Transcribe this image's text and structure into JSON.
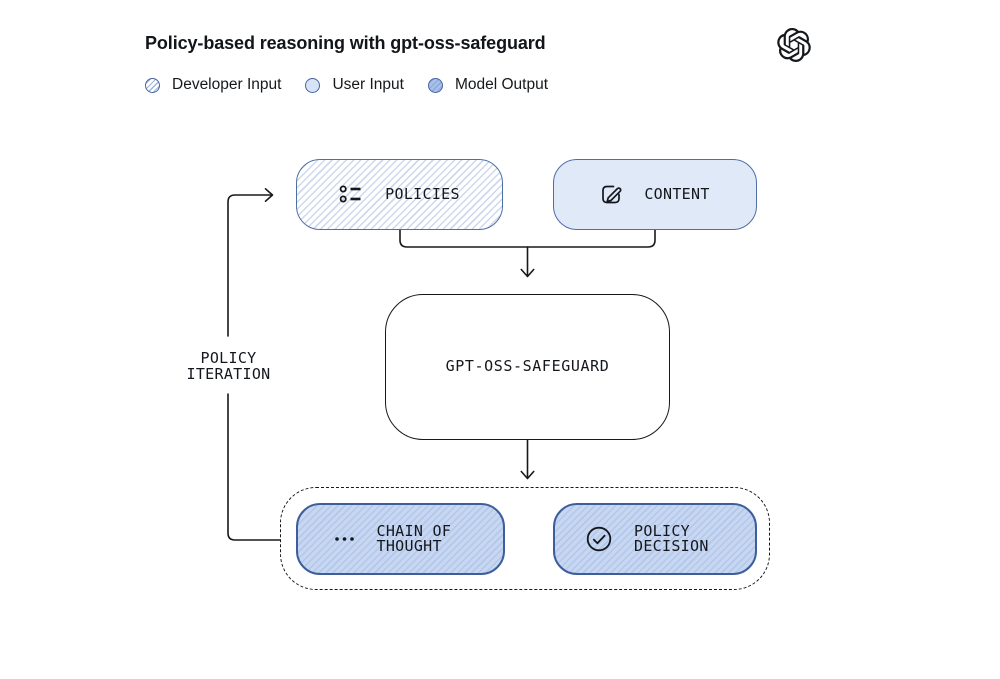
{
  "header": {
    "title": "Policy-based reasoning with gpt-oss-safeguard",
    "logo": "openai-logo"
  },
  "legend": {
    "items": [
      {
        "label": "Developer Input",
        "swatch_style": "hatched-light-blue"
      },
      {
        "label": "User Input",
        "swatch_style": "solid-light-blue"
      },
      {
        "label": "Model Output",
        "swatch_style": "hatched-medium-blue"
      }
    ]
  },
  "diagram": {
    "policies": {
      "label": "POLICIES",
      "icon": "list-icon",
      "style": "developer-input-hatched"
    },
    "content": {
      "label": "CONTENT",
      "icon": "edit-icon",
      "style": "user-input-solid"
    },
    "model": {
      "label": "GPT-OSS-SAFEGUARD",
      "style": "plain-white"
    },
    "chain_of_thought": {
      "label": "CHAIN OF THOUGHT",
      "icon": "ellipsis-icon",
      "style": "model-output-hatched"
    },
    "policy_decision": {
      "label": "POLICY DECISION",
      "icon": "check-circle-icon",
      "style": "model-output-hatched"
    },
    "policy_iteration": {
      "label": "POLICY ITERATION"
    },
    "edges": [
      {
        "from": "policies",
        "to": "gpt-oss-safeguard",
        "type": "merge-arrow"
      },
      {
        "from": "content",
        "to": "gpt-oss-safeguard",
        "type": "merge-arrow"
      },
      {
        "from": "gpt-oss-safeguard",
        "to": "model-output-group",
        "type": "arrow"
      },
      {
        "from": "chain-of-thought",
        "to": "policy-decision",
        "type": "arrow"
      },
      {
        "from": "model-output-group",
        "to": "policies",
        "type": "feedback-loop",
        "label": "POLICY ITERATION"
      }
    ]
  },
  "colors": {
    "ink": "#16191c",
    "accent_border_blue": "#4e6fa5",
    "dark_border_blue": "#3d5e9a",
    "light_blue_fill": "#dfe9f8",
    "hatch_light_stripe": "#cdd9ee",
    "medium_blue_fill": "#c7d6f1",
    "hatch_mid_stripe": "#b2c7ea"
  }
}
